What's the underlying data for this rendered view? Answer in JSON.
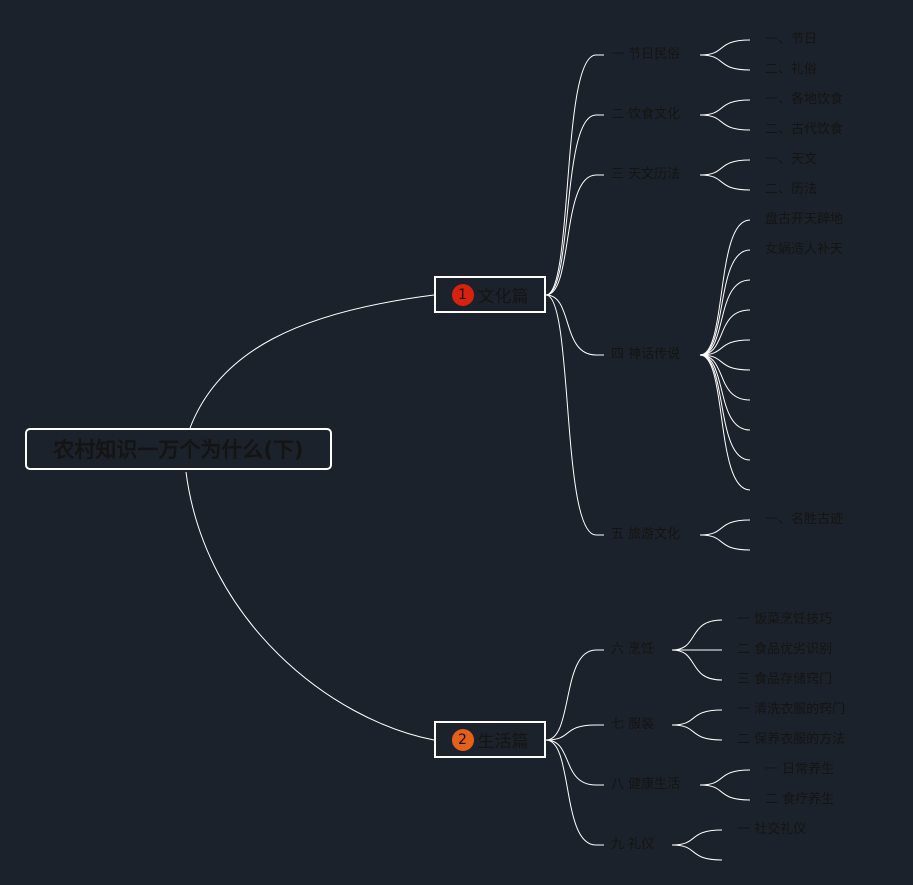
{
  "colors": {
    "background": "#1c222b",
    "line": "#ffffff",
    "text": "#141414",
    "badge1": "#d8210f",
    "badge2": "#e5601a"
  },
  "root": {
    "label": "农村知识一万个为什么(下)"
  },
  "branches": [
    {
      "badge": "1",
      "label": "文化篇",
      "topics": [
        {
          "label": "一 节日民俗",
          "children": [
            "一、节日",
            "二、礼俗"
          ]
        },
        {
          "label": "二 饮食文化",
          "children": [
            "一、各地饮食",
            "二、古代饮食"
          ]
        },
        {
          "label": "三 天文历法",
          "children": [
            "一、天文",
            "二、历法"
          ]
        },
        {
          "label": "四 神话传说",
          "children": [
            "盘古开天辟地",
            "女娲造人补天",
            "",
            "",
            "",
            "",
            "",
            "",
            "",
            ""
          ]
        },
        {
          "label": "五 旅游文化",
          "children": [
            "一、名胜古迹",
            ""
          ]
        }
      ]
    },
    {
      "badge": "2",
      "label": "生活篇",
      "topics": [
        {
          "label": "六 烹饪",
          "children": [
            "一 饭菜烹饪技巧",
            "二 食品优劣识别",
            "三 食品存储窍门"
          ]
        },
        {
          "label": "七 服装",
          "children": [
            "一 清洗衣服的窍门",
            "二 保养衣服的方法"
          ]
        },
        {
          "label": "八 健康生活",
          "children": [
            "一 日常养生",
            "二 食疗养生"
          ]
        },
        {
          "label": "九 礼仪",
          "children": [
            "一 社交礼仪",
            ""
          ]
        }
      ]
    }
  ]
}
